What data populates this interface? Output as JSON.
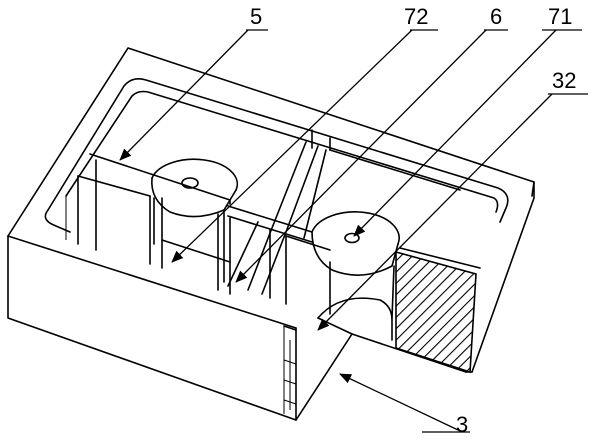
{
  "labels": {
    "l5": "5",
    "l72": "72",
    "l6": "6",
    "l71": "71",
    "l32": "32",
    "l3": "3"
  }
}
